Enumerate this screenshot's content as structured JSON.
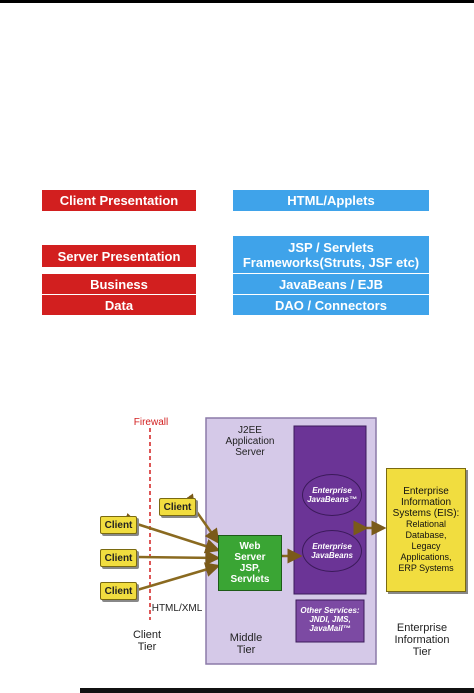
{
  "layers": {
    "client_presentation": "Client Presentation",
    "html_applets": "HTML/Applets",
    "server_presentation": "Server Presentation",
    "jsp_servlets_line1": "JSP / Servlets",
    "jsp_servlets_line2": "Frameworks(Struts, JSF etc)",
    "business": "Business",
    "javabeans_ejb": "JavaBeans / EJB",
    "data": "Data",
    "dao_connectors": "DAO / Connectors"
  },
  "diagram": {
    "firewall": "Firewall",
    "j2ee_line1": "J2EE",
    "j2ee_line2": "Application",
    "j2ee_line3": "Server",
    "client": "Client",
    "web_server_line1": "Web",
    "web_server_line2": "Server",
    "web_server_line3": "JSP,",
    "web_server_line4": "Servlets",
    "ejb1_line1": "Enterprise",
    "ejb1_line2": "JavaBeans™",
    "ejb2_line1": "Enterprise",
    "ejb2_line2": "JavaBeans",
    "other_line1": "Other Services:",
    "other_line2": "JNDI, JMS,",
    "other_line3": "JavaMail™",
    "eis_line1": "Enterprise",
    "eis_line2": "Information",
    "eis_line3": "Systems (EIS):",
    "eis_line4": "Relational",
    "eis_line5": "Database,",
    "eis_line6": "Legacy",
    "eis_line7": "Applications,",
    "eis_line8": "ERP Systems",
    "html_xml": "HTML/XML",
    "client_tier_line1": "Client",
    "client_tier_line2": "Tier",
    "middle_tier_line1": "Middle",
    "middle_tier_line2": "Tier",
    "eis_tier_line1": "Enterprise",
    "eis_tier_line2": "Information",
    "eis_tier_line3": "Tier"
  }
}
